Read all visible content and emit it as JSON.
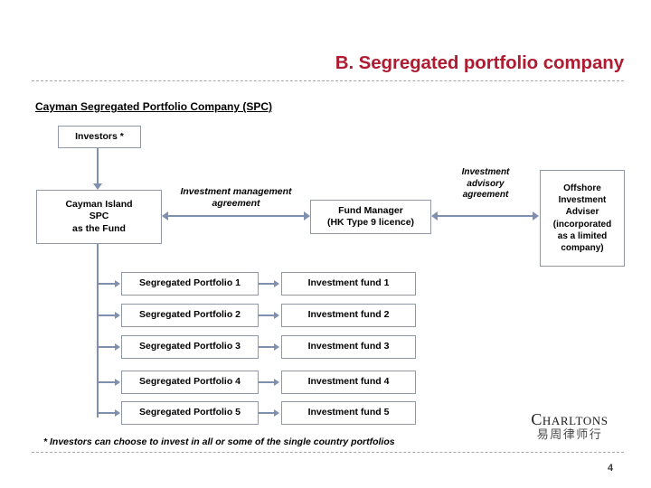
{
  "slide": {
    "title": "B. Segregated portfolio company",
    "title_color": "#AF1C31",
    "section_heading": "Cayman Segregated Portfolio Company (SPC)",
    "page_number": "4",
    "footnote": "* Investors can choose to invest in all or some of the single country portfolios",
    "connector_color": "#7F8FAE",
    "box_border_color": "#9097A8"
  },
  "logo": {
    "word": "Charltons",
    "chinese": "易周律师行"
  },
  "boxes": {
    "investors": {
      "lines": [
        "Investors *"
      ]
    },
    "spc": {
      "lines": [
        "Cayman Island",
        "SPC",
        "as the Fund"
      ]
    },
    "fund_manager": {
      "lines": [
        "Fund Manager",
        "(HK Type 9 licence)"
      ]
    },
    "offshore_adviser": {
      "lines": [
        "Offshore",
        "Investment",
        "Adviser",
        "(incorporated",
        "as a limited",
        "company)"
      ]
    }
  },
  "arrow_labels": {
    "investment_management": [
      "Investment management",
      "agreement"
    ],
    "investment_advisory": [
      "Investment",
      "advisory",
      "agreement"
    ]
  },
  "rows": [
    {
      "portfolio": "Segregated Portfolio 1",
      "fund": "Investment fund 1"
    },
    {
      "portfolio": "Segregated Portfolio 2",
      "fund": "Investment fund 2"
    },
    {
      "portfolio": "Segregated Portfolio 3",
      "fund": "Investment fund 3"
    },
    {
      "portfolio": "Segregated Portfolio 4",
      "fund": "Investment fund 4"
    },
    {
      "portfolio": "Segregated Portfolio 5",
      "fund": "Investment fund 5"
    }
  ]
}
